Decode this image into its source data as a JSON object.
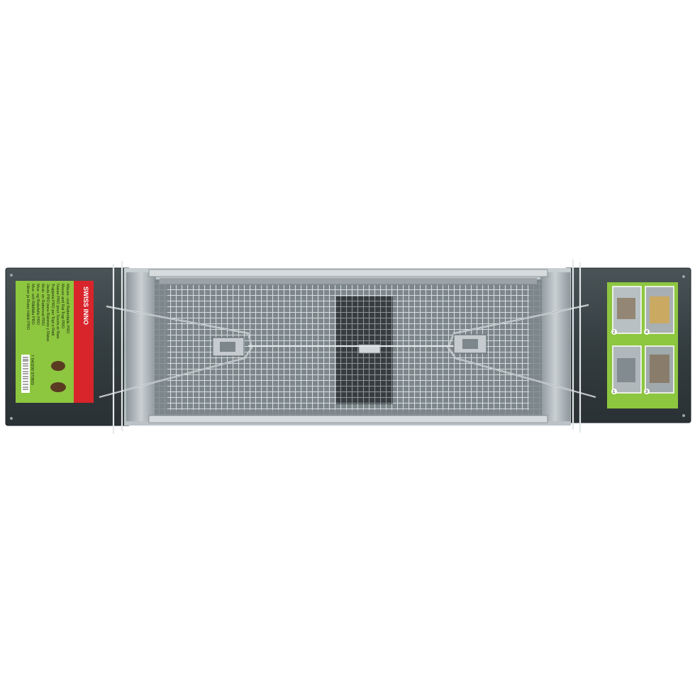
{
  "product": {
    "brand": "SWISS INNO",
    "label_lines": [
      "Mäuse- und Rattenfalle PRO",
      "Mouse and Rat Trap PRO",
      "Nasse PRO pour Souris et Rats",
      "Trappola PRO per Topi e Ratti",
      "Jaula PRO para Ratones y Ratas",
      "Muis- en Rattenval PRO",
      "Mus- og Rottefelle PRO",
      "Mus- och Råttfälla PRO",
      "Hiiren ja Rotan Häkki PRO"
    ],
    "barcode_text": "7 640200 970803"
  },
  "instructions": {
    "steps": [
      "1",
      "2",
      "3",
      "4"
    ]
  },
  "colors": {
    "background": "#ffffff",
    "metal_dark": "#3c4548",
    "metal_light": "#b9c0c3",
    "label_green": "#8dc63f",
    "label_red": "#d8242b"
  }
}
